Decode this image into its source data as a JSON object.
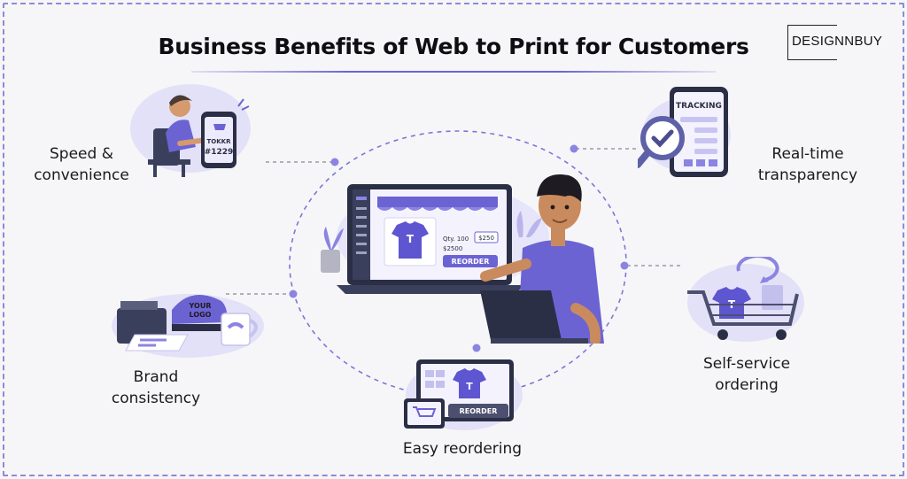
{
  "title": "Business Benefits of Web to Print for Customers",
  "brand": "DESIGNNBUY",
  "benefits": [
    {
      "id": "speed",
      "lines": [
        "Speed &",
        "convenience"
      ]
    },
    {
      "id": "transparency",
      "lines": [
        "Real-time",
        "transparency"
      ]
    },
    {
      "id": "brand",
      "lines": [
        "Brand",
        "consistency"
      ]
    },
    {
      "id": "self",
      "lines": [
        "Self-service",
        "ordering"
      ]
    },
    {
      "id": "reorder",
      "lines": [
        "Easy reordering"
      ]
    }
  ],
  "illustration_text": {
    "order_line1": "TOKKR",
    "order_line2": "#1229",
    "tracking": "TRACKING",
    "your_logo_1": "YOUR",
    "your_logo_2": "LOGO",
    "qty": "Qty.  100",
    "price_small": "$250",
    "price_total": "$2500",
    "reorder": "REORDER",
    "reorder_small": "REORDER",
    "shirt_letter": "T"
  },
  "colors": {
    "accent": "#6c63d3",
    "purple_light": "#dcdaf6",
    "purple_mid": "#8b84e2",
    "dark": "#2b2f45",
    "skin": "#c98b5e"
  }
}
